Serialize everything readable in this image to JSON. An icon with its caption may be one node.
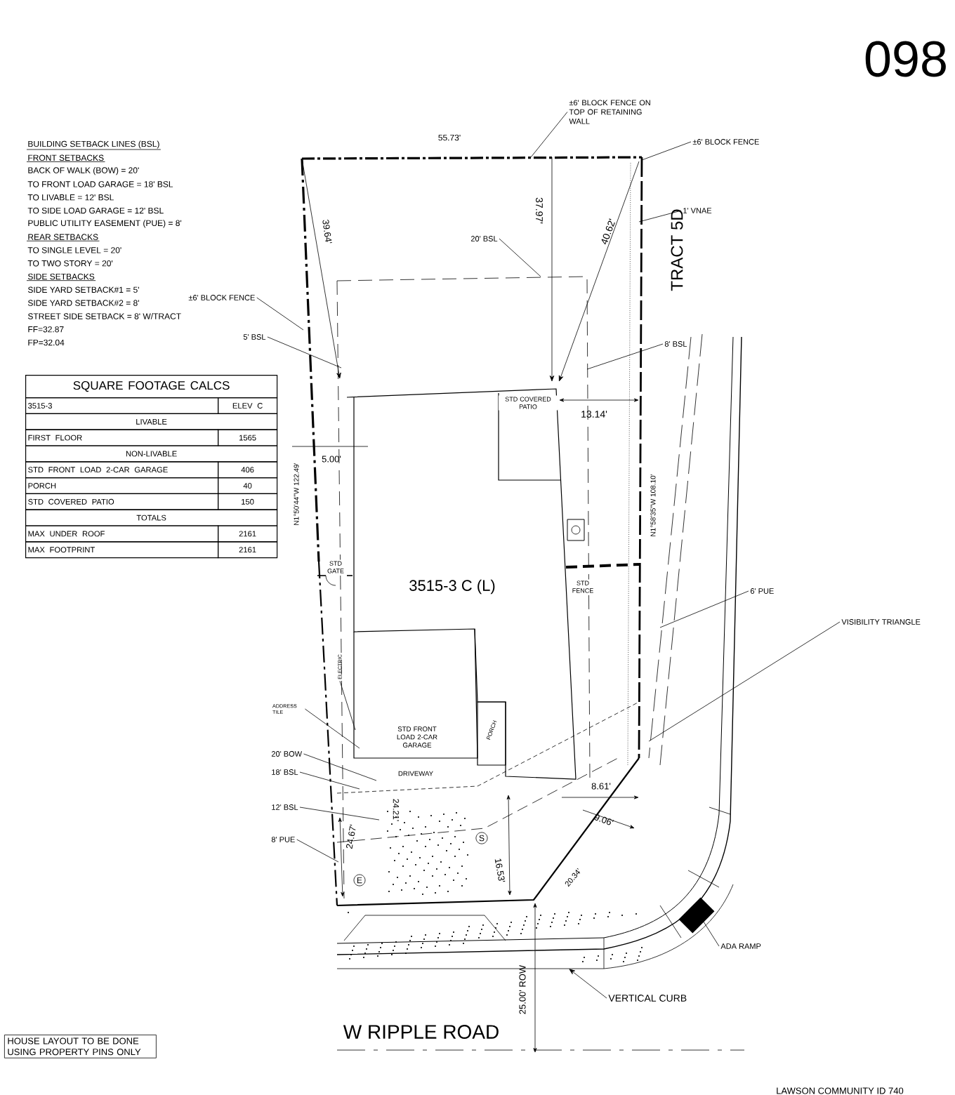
{
  "diagram": {
    "nodes": [
      {
        "text": [
          "±6' BLOCK FENCE ON TOP OF RETAINING WALL"
        ]
      },
      {
        "text": [
          "±6' BLOCK FENCE"
        ]
      },
      {
        "text": [
          "1' VNAE"
        ]
      },
      {
        "text": [
          "20' BSL"
        ]
      },
      {
        "text": [
          "±6' BLOCK FENCE"
        ]
      },
      {
        "text": [
          "5' BSL"
        ]
      },
      {
        "text": [
          "8' BSL"
        ]
      },
      {
        "text": [
          "6' PUE"
        ]
      },
      {
        "text": [
          "VISIBILITY TRIANGLE"
        ]
      },
      {
        "text": [
          "ADDRESS TILE"
        ]
      },
      {
        "text": [
          "ELECTRIC"
        ]
      },
      {
        "text": [
          "20' BOW"
        ]
      },
      {
        "text": [
          "18' BSL"
        ]
      },
      {
        "text": [
          "12' BSL"
        ]
      },
      {
        "text": [
          "8' PUE"
        ]
      },
      {
        "text": [
          "ADA RAMP"
        ]
      },
      {
        "text": [
          "VERTICAL CURB"
        ]
      }
    ],
    "edges": [
      {
        "from": 0,
        "to": null,
        "arrow": "none"
      },
      {
        "from": 1,
        "to": null,
        "arrow": "none"
      },
      {
        "from": 2,
        "to": null,
        "arrow": "none"
      },
      {
        "from": 3,
        "to": null,
        "arrow": "none"
      },
      {
        "from": 4,
        "to": null,
        "arrow": "none"
      },
      {
        "from": 5,
        "to": null,
        "arrow": "none"
      },
      {
        "from": 6,
        "to": null,
        "arrow": "none"
      },
      {
        "from": 7,
        "to": null,
        "arrow": "none"
      },
      {
        "from": 8,
        "to": null,
        "arrow": "none"
      },
      {
        "from": 9,
        "to": null,
        "arrow": "none"
      },
      {
        "from": 10,
        "to": null,
        "arrow": "none"
      },
      {
        "from": 11,
        "to": null,
        "arrow": "none"
      },
      {
        "from": 12,
        "to": null,
        "arrow": "none"
      },
      {
        "from": 13,
        "to": null,
        "arrow": "none"
      },
      {
        "from": 14,
        "to": null,
        "arrow": "none"
      },
      {
        "from": 15,
        "to": null,
        "arrow": "none"
      },
      {
        "from": 16,
        "to": null,
        "arrow": "to"
      }
    ],
    "labels": [
      "098",
      "BUILDING SETBACK LINES (BSL)",
      "FRONT SETBACKS",
      "BACK OF WALK (BOW) = 20'",
      "TO FRONT LOAD GARAGE = 18' BSL",
      "TO LIVABLE = 12' BSL",
      "TO SIDE LOAD GARAGE = 12' BSL",
      "PUBLIC UTILITY EASEMENT (PUE) = 8'",
      "REAR SETBACKS",
      "TO SINGLE LEVEL = 20'",
      "TO TWO STORY = 20'",
      "SIDE SETBACKS",
      "SIDE YARD SETBACK#1 = 5'",
      "SIDE YARD SETBACK#2 = 8'",
      "STREET SIDE SETBACK = 8' W/TRACT",
      "FF=32.87",
      "FP=32.04",
      "SQUARE FOOTAGE CALCS",
      "3515-3",
      "ELEV C",
      "LIVABLE",
      "FIRST FLOOR",
      "1565",
      "NON-LIVABLE",
      "STD FRONT LOAD 2-CAR GARAGE",
      "406",
      "PORCH",
      "40",
      "STD COVERED PATIO",
      "150",
      "TOTALS",
      "MAX UNDER ROOF",
      "2161",
      "MAX FOOTPRINT",
      "2161",
      "55.73'",
      "39.64'",
      "37.97'",
      "40.62'",
      "13.14'",
      "TRACT 5D",
      "STD COVERED PATIO",
      "5.00'",
      "N1°50'44\"W 122.49'",
      "N1°58'35\"W 108.10'",
      "STD GATE",
      "3515-3 C (L)",
      "STD FENCE",
      "STD FRONT LOAD 2-CAR GARAGE",
      "PORCH",
      "DRIVEWAY",
      "8.61'",
      "9.06'",
      "24.67'",
      "24.21'",
      "16.53'",
      "20.34'",
      "E",
      "S",
      "25.00' ROW",
      "W RIPPLE ROAD",
      "HOUSE LAYOUT TO BE DONE USING PROPERTY PINS ONLY",
      "LAWSON COMMUNITY ID 740"
    ]
  }
}
